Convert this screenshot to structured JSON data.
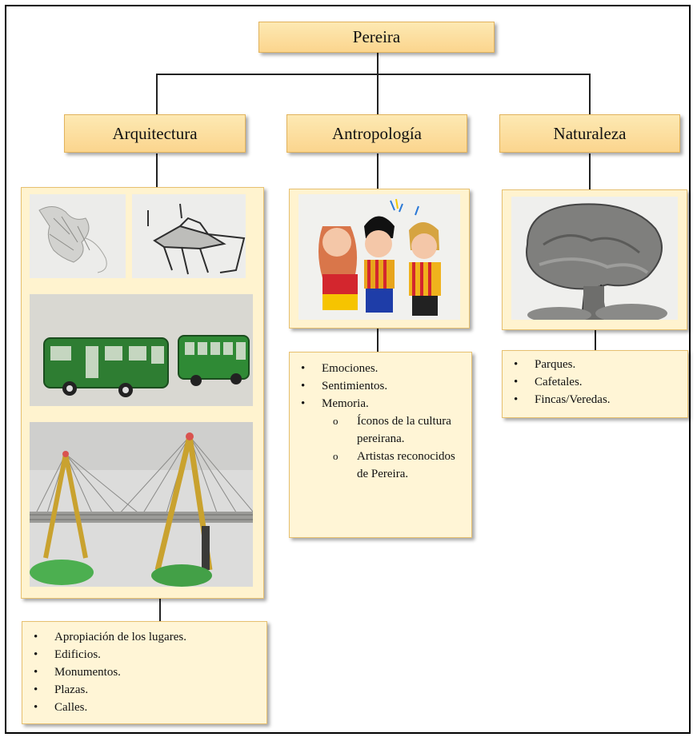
{
  "root": {
    "label": "Pereira"
  },
  "categories": [
    {
      "id": "arquitectura",
      "label": "Arquitectura",
      "items": [
        "Apropiación de los lugares.",
        "Edificios.",
        "Monumentos.",
        "Plazas.",
        "Calles."
      ]
    },
    {
      "id": "antropologia",
      "label": "Antropología",
      "items": [
        "Emociones.",
        "Sentimientos.",
        "Memoria."
      ],
      "subitems": [
        "Íconos de la cultura pereirana.",
        "Artistas reconocidos de Pereira."
      ]
    },
    {
      "id": "naturaleza",
      "label": "Naturaleza",
      "items": [
        "Parques.",
        "Cafetales.",
        "Fincas/Veredas."
      ]
    }
  ],
  "colors": {
    "node_fill": "#fbd58e",
    "panel_fill": "#fff3cf",
    "connector": "#222222"
  },
  "drawings": [
    {
      "name": "sketch-buildings-drawing",
      "depicts": "pencil sketch"
    },
    {
      "name": "sketch-monument-drawing",
      "depicts": "pencil sketch"
    },
    {
      "name": "green-buses-drawing",
      "depicts": "green buses"
    },
    {
      "name": "cable-bridge-drawing",
      "depicts": "cable-stayed bridge"
    },
    {
      "name": "children-drawing",
      "depicts": "three children"
    },
    {
      "name": "tree-drawing",
      "depicts": "tree"
    }
  ]
}
